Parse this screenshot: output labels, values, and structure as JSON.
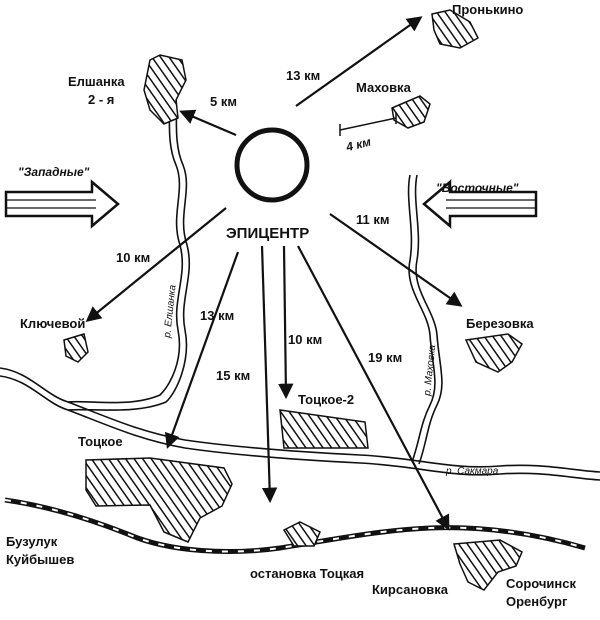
{
  "epicenter": {
    "label": "ЭПИЦЕНТР"
  },
  "winds": {
    "west": "\"Западные\"",
    "east": "\"Восточные\""
  },
  "settlements": {
    "pronkino": "Пронькино",
    "makhovka": "Маховка",
    "elshanka_line1": "Елшанка",
    "elshanka_line2": "2 - я",
    "klyuchevoy": "Ключевой",
    "berezovka": "Березовка",
    "totskoe2": "Тоцкое-2",
    "totskoe": "Тоцкое",
    "kirsanovka": "Кирсановка"
  },
  "distances": {
    "pronkino": "13 км",
    "makhovka": "4 км",
    "elshanka": "5 км",
    "berezovka": "11 км",
    "klyuchevoy": "10 км",
    "totskoe": "13 км",
    "station": "15 км",
    "totskoe2": "10 км",
    "kirsanovka": "19 км"
  },
  "rivers": {
    "elshanka": "р. Елшанка",
    "makhovka": "р. Маховка",
    "sakmara": "р. Сакмара"
  },
  "railway": {
    "west_line1": "Бузулук",
    "west_line2": "Куйбышев",
    "station": "остановка Тоцкая",
    "east_line1": "Сорочинск",
    "east_line2": "Оренбург"
  }
}
